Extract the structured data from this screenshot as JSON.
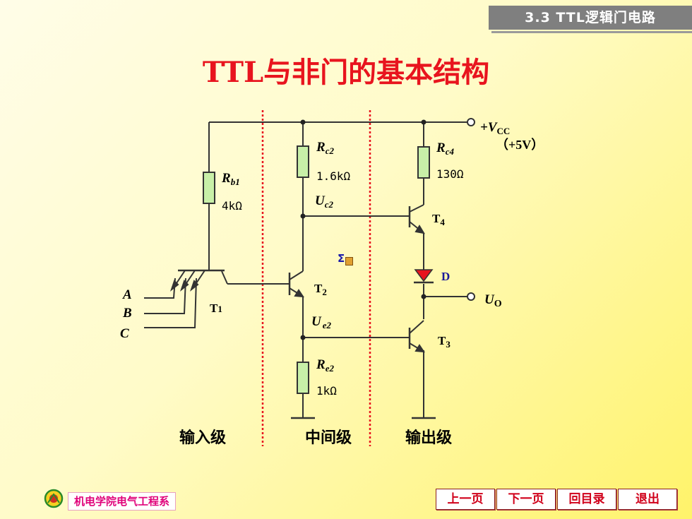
{
  "header": {
    "section": "3.3 TTL逻辑门电路"
  },
  "title": "TTL与非门的基本结构",
  "circuit": {
    "vcc_symbol": "+V",
    "vcc_sub": "CC",
    "vcc_value": "（+5V）",
    "rb1": {
      "name": "R",
      "sub": "b1",
      "value": "4kΩ"
    },
    "rc2": {
      "name": "R",
      "sub": "c2",
      "value": "1.6kΩ"
    },
    "rc4": {
      "name": "R",
      "sub": "c4",
      "value": "130Ω"
    },
    "re2": {
      "name": "R",
      "sub": "e2",
      "value": "1kΩ"
    },
    "uc2": {
      "name": "U",
      "sub": "c2"
    },
    "ue2": {
      "name": "U",
      "sub": "e2"
    },
    "uo": {
      "name": "U",
      "sub": "O"
    },
    "t1": {
      "name": "T",
      "sub": "1"
    },
    "t2": {
      "name": "T",
      "sub": "2"
    },
    "t3": {
      "name": "T",
      "sub": "3"
    },
    "t4": {
      "name": "T",
      "sub": "4"
    },
    "diode": "D",
    "inputs": [
      "A",
      "B",
      "C"
    ]
  },
  "stages": {
    "input": "输入级",
    "middle": "中间级",
    "output": "输出级"
  },
  "footer": {
    "department": "机电学院电气工程系",
    "nav": [
      "上一页",
      "下一页",
      "回目录",
      "退出"
    ]
  },
  "colors": {
    "title": "#e8141e",
    "divider": "#e8141e",
    "resistor_fill": "#c8f0a8",
    "diode": "#e8141e",
    "nav_text": "#d0001a"
  }
}
